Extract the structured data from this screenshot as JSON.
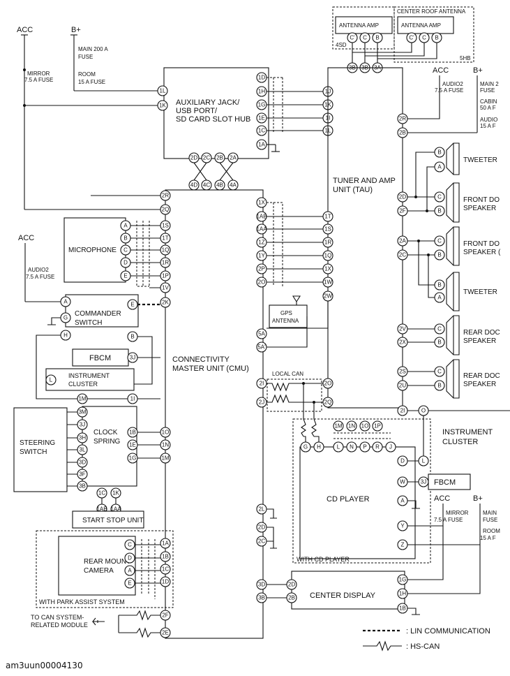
{
  "power": {
    "acc": "ACC",
    "bplus": "B+"
  },
  "fuses": {
    "main": [
      "MAIN 200 A",
      "FUSE"
    ],
    "room": [
      "ROOM",
      "15 A FUSE"
    ],
    "mirror": [
      "MIRROR",
      "7.5 A FUSE"
    ],
    "audio2": [
      "AUDIO2",
      "7.5 A FUSE"
    ],
    "main_r": [
      "MAIN 2",
      "FUSE"
    ],
    "cabin_r": [
      "CABIN",
      "50 A F"
    ],
    "audio_r": [
      "AUDIO",
      "15 A F"
    ],
    "mirror_b": [
      "MIRROR",
      "7.5 A FUSE"
    ],
    "main_b": [
      "MAIN",
      "FUSE"
    ],
    "room_b": [
      "ROOM",
      "15 A F"
    ]
  },
  "components": {
    "aux_hub": [
      "AUXILIARY JACK/",
      "USB PORT/",
      "SD CARD SLOT HUB"
    ],
    "antenna_amp": "ANTENNA AMP",
    "center_roof": "CENTER ROOF ANTENNA",
    "tau": [
      "TUNER AND AMP",
      "UNIT (TAU)"
    ],
    "microphone": "MICROPHONE",
    "commander": [
      "COMMANDER",
      "SWITCH"
    ],
    "fbcm": "FBCM",
    "instrument_cluster": [
      "INSTRUMENT",
      "CLUSTER"
    ],
    "steering_switch": [
      "STEERING",
      "SWITCH"
    ],
    "clock_spring": [
      "CLOCK",
      "SPRING"
    ],
    "start_stop": "START STOP UNIT",
    "rear_camera": [
      "REAR MOUNT",
      "CAMERA"
    ],
    "park_assist": "WITH PARK ASSIST SYSTEM",
    "cmu": [
      "CONNECTIVITY",
      "MASTER UNIT (CMU)"
    ],
    "gps": [
      "GPS",
      "ANTENNA"
    ],
    "local_can": "LOCAL CAN",
    "tweeter": "TWEETER",
    "front_door_l": [
      "FRONT DO",
      "SPEAKER"
    ],
    "front_door_r": [
      "FRONT DO",
      "SPEAKER ("
    ],
    "rear_door_l": [
      "REAR DOC",
      "SPEAKER"
    ],
    "rear_door_r": [
      "REAR DOC",
      "SPEAKER"
    ],
    "instrument_cluster_r": [
      "INSTRUMENT",
      "CLUSTER"
    ],
    "cd_player": "CD PLAYER",
    "with_cd": "WITH CD PLAYER",
    "center_display": "CENTER DISPLAY",
    "can_module": [
      "TO CAN SYSTEM-",
      "RELATED MODULE"
    ]
  },
  "connector_ids": {
    "left": "4SD",
    "right": "5HB"
  },
  "legend": {
    "lin": ": LIN COMMUNICATION",
    "hscan": ": HS-CAN"
  },
  "figure_id": "am3uun00004130",
  "pins": {
    "aux_left": [
      "1L",
      "1K"
    ],
    "aux_right": [
      "1D",
      "1H",
      "1G",
      "1E",
      "1C",
      "1A"
    ],
    "aux_bottom": [
      "2D",
      "2C",
      "2B",
      "2A"
    ],
    "aux_can": [
      "4D",
      "4C",
      "4B",
      "4A"
    ],
    "amp_left": [
      "C'",
      "C",
      "B"
    ],
    "amp_right": [
      "C'",
      "C",
      "B"
    ],
    "tau_top": [
      "3B",
      "3B",
      "3A"
    ],
    "tau_left_a": [
      "1J",
      "1K",
      "1I",
      "1L"
    ],
    "tau_left_b": [
      "1T",
      "1S",
      "1R",
      "1Q",
      "1X",
      "1W"
    ],
    "tau_gps": [
      "2W"
    ],
    "tau_can": [
      "2O",
      "2Q"
    ],
    "tau_ic": [
      "2I"
    ],
    "tau_right_top": [
      "2R",
      "2B"
    ],
    "tau_right_spk": [
      "2D",
      "2F",
      "2A",
      "2C",
      "2V",
      "2X",
      "2S",
      "2U"
    ],
    "spk_pins": [
      "B",
      "A",
      "C",
      "B",
      "C",
      "B",
      "B",
      "A",
      "C",
      "B",
      "C",
      "B"
    ],
    "cmu_left": [
      "2R",
      "2Q"
    ],
    "cmu_mic": [
      "1S",
      "1T",
      "1Q",
      "1R",
      "1P",
      "1V"
    ],
    "cmu_misc": [
      "2K",
      "3J",
      "1I",
      "1M"
    ],
    "cmu_cs": [
      "1O",
      "1N",
      "1M"
    ],
    "cmu_pa": [
      "1A",
      "1B",
      "1C",
      "1D"
    ],
    "cmu_can": [
      "2F",
      "2E"
    ],
    "cmu_right": [
      "1X",
      "1AB",
      "1AA",
      "1Z",
      "1Y",
      "2P",
      "2O"
    ],
    "cmu_gps": [
      "5A",
      "5A'"
    ],
    "cmu_localcan": [
      "2I",
      "2J"
    ],
    "cmu_gnd": [
      "2L",
      "2D",
      "2C"
    ],
    "cmu_disp": [
      "3D",
      "3B"
    ],
    "mic": [
      "A",
      "B",
      "C",
      "D",
      "E"
    ],
    "commander": [
      "A",
      "G",
      "H",
      "E",
      "B"
    ],
    "ic_l": [
      "L"
    ],
    "steering": [
      "3M",
      "3J",
      "3H",
      "3L",
      "3D",
      "3F",
      "3B"
    ],
    "cs_left": [
      "1B",
      "1E",
      "1G"
    ],
    "cs_bottom": [
      "1C",
      "1K"
    ],
    "ss": [
      "1AB",
      "1AA"
    ],
    "cam": [
      "C",
      "D",
      "A",
      "E"
    ],
    "cd_top": [
      "1M",
      "1N",
      "1O",
      "1P"
    ],
    "cd_row": [
      "G",
      "H",
      "L",
      "N",
      "P",
      "R",
      "J"
    ],
    "cd_right": [
      "D",
      "W",
      "A",
      "Y",
      "Z"
    ],
    "ic_r": [
      "O",
      "L"
    ],
    "fbcm_r": [
      "3J"
    ],
    "disp_left": [
      "2D",
      "2B"
    ],
    "disp_right": [
      "1G",
      "1H",
      "1B"
    ]
  }
}
